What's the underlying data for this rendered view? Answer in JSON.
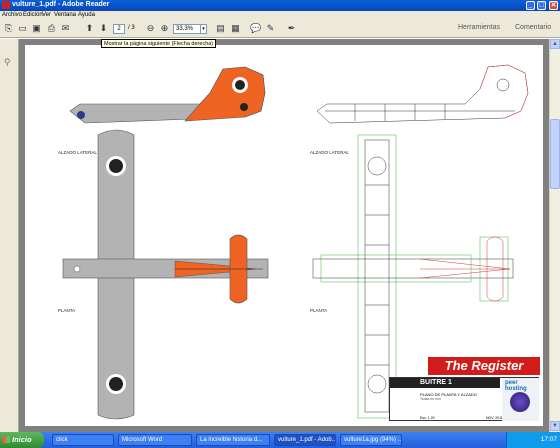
{
  "window": {
    "title": "vulture_1.pdf - Adobe Reader",
    "buttons": [
      "_",
      "□",
      "✕"
    ]
  },
  "menubar": [
    "Archivo",
    "Edición",
    "Ver",
    "Ventana",
    "Ayuda"
  ],
  "toolbar": {
    "current_page": "2",
    "total_pages": "/ 3",
    "zoom": "33,3%",
    "right_tabs": [
      "Herramientas",
      "Comentario"
    ],
    "tooltip": "Mostrar la página siguiente (Flecha derecha)"
  },
  "drawing": {
    "label_alzado": "ALZADO LATERAL",
    "label_planta": "PLANTA",
    "register_logo": "The Register",
    "title": "BUITRE 1",
    "subtitle": "PLANO DE PLANTA Y ALZADO",
    "subtitle2": "Todas en mm",
    "scale": "Esc. 1:20",
    "date": "NOV. 2011",
    "sponsor": "peer hosting",
    "colors": {
      "fuselage_grey": "#b3b3b3",
      "tail_orange": "#f06423",
      "wireframe_green": "#3cb43c",
      "wireframe_red": "#d23c3c"
    }
  },
  "taskbar": {
    "start": "Inicio",
    "tasks": [
      "click",
      "Microsoft Word",
      "La increíble historia d...",
      "vulture_1.pdf - Adob...",
      "vulture1a.jpg (94%) ..."
    ],
    "clock": "17:07"
  }
}
